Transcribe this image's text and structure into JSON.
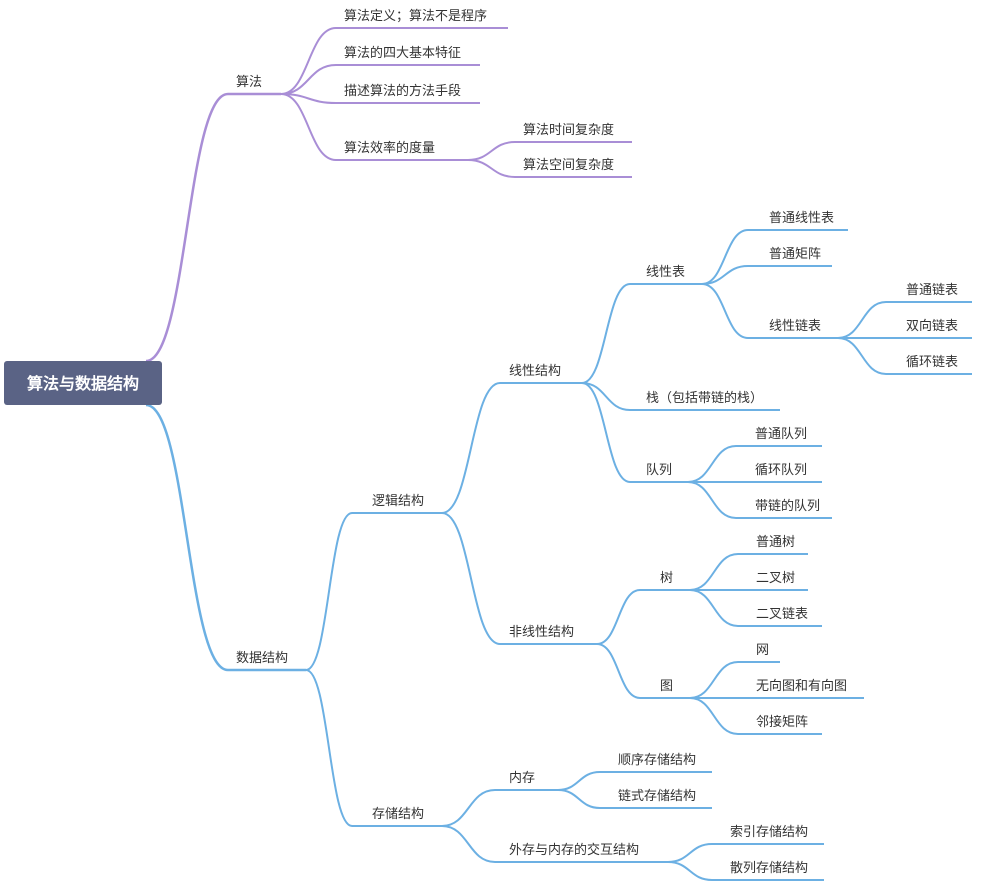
{
  "colors": {
    "purple": "#a98ed6",
    "blue": "#6cb0e3",
    "root_bg": "#5a6385",
    "root_text": "#ffffff",
    "text": "#333333"
  },
  "root": {
    "label": "算法与数据结构"
  },
  "algorithm": {
    "label": "算法",
    "children": [
      {
        "label": "算法定义；算法不是程序"
      },
      {
        "label": "算法的四大基本特征"
      },
      {
        "label": "描述算法的方法手段"
      },
      {
        "label": "算法效率的度量",
        "children": [
          {
            "label": "算法时间复杂度"
          },
          {
            "label": "算法空间复杂度"
          }
        ]
      }
    ]
  },
  "data_structure": {
    "label": "数据结构",
    "logical": {
      "label": "逻辑结构",
      "linear": {
        "label": "线性结构",
        "linear_list": {
          "label": "线性表",
          "children": [
            {
              "label": "普通线性表"
            },
            {
              "label": "普通矩阵"
            },
            {
              "label": "线性链表",
              "children": [
                {
                  "label": "普通链表"
                },
                {
                  "label": "双向链表"
                },
                {
                  "label": "循环链表"
                }
              ]
            }
          ]
        },
        "stack": {
          "label": "栈（包括带链的栈）"
        },
        "queue": {
          "label": "队列",
          "children": [
            {
              "label": "普通队列"
            },
            {
              "label": "循环队列"
            },
            {
              "label": "带链的队列"
            }
          ]
        }
      },
      "nonlinear": {
        "label": "非线性结构",
        "tree": {
          "label": "树",
          "children": [
            {
              "label": "普通树"
            },
            {
              "label": "二叉树"
            },
            {
              "label": "二叉链表"
            }
          ]
        },
        "graph": {
          "label": "图",
          "children": [
            {
              "label": "网"
            },
            {
              "label": "无向图和有向图"
            },
            {
              "label": "邻接矩阵"
            }
          ]
        }
      }
    },
    "storage": {
      "label": "存储结构",
      "memory": {
        "label": "内存",
        "children": [
          {
            "label": "顺序存储结构"
          },
          {
            "label": "链式存储结构"
          }
        ]
      },
      "external": {
        "label": "外存与内存的交互结构",
        "children": [
          {
            "label": "索引存储结构"
          },
          {
            "label": "散列存储结构"
          }
        ]
      }
    }
  }
}
